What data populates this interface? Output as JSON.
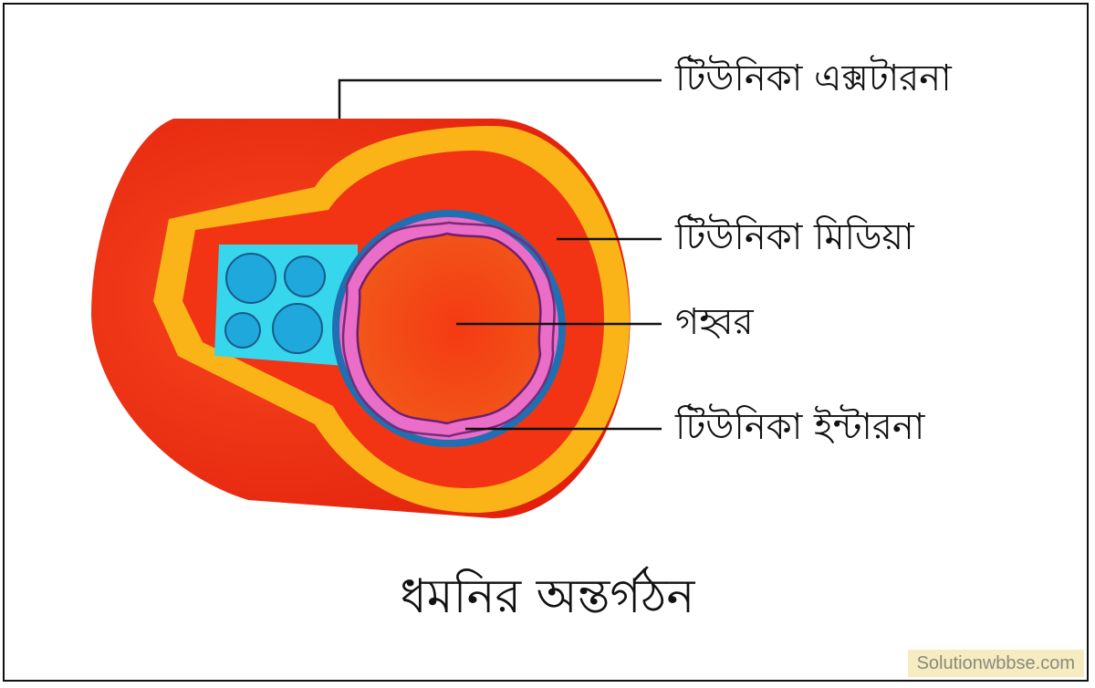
{
  "labels": {
    "tunica_externa": "টিউনিকা এক্সটারনা",
    "tunica_media": "টিউনিকা মিডিয়া",
    "lumen": "গহ্বর",
    "tunica_interna": "টিউনিকা ইন্টারনা"
  },
  "caption": "ধমনির অন্তর্গঠন",
  "watermark": "Solutionwbbse.com",
  "colors": {
    "tunica_externa": "#ef2a12",
    "yellow_band": "#fbb417",
    "tunica_media": "#f23414",
    "blue_border": "#1f6fb2",
    "tunica_interna": "#ea6ec8",
    "lumen": "#f02a10",
    "connective_tissue": "#36d7ec",
    "vessels": "#1ea8dc"
  }
}
